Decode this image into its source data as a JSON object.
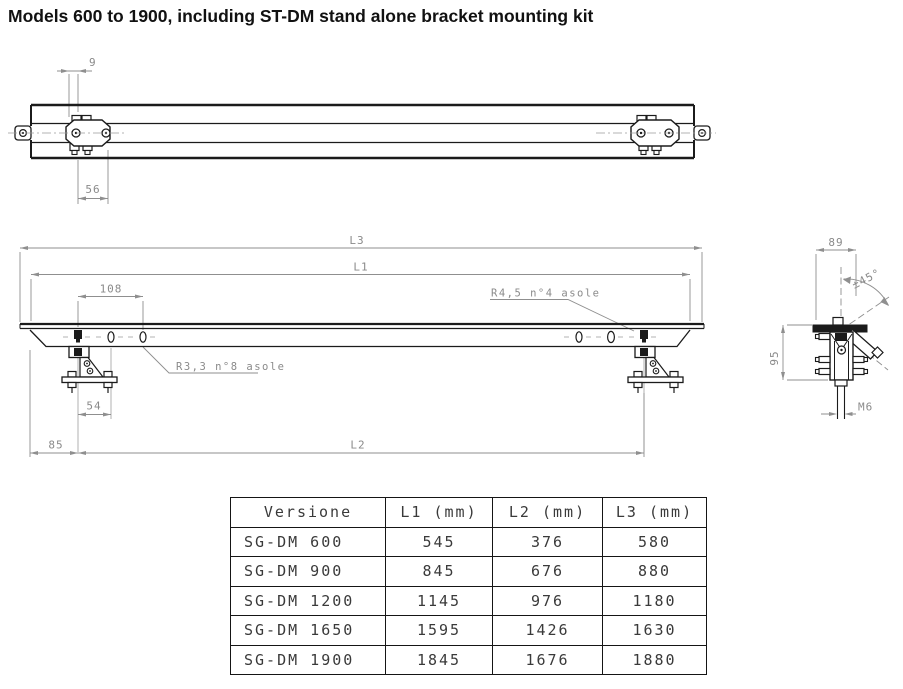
{
  "title": "Models 600 to 1900, including ST-DM stand alone bracket mounting kit",
  "drawing": {
    "top_view": {
      "dim_9": "9",
      "dim_56": "56"
    },
    "front_view": {
      "dim_L3": "L3",
      "dim_L1": "L1",
      "dim_108": "108",
      "dim_85": "85",
      "dim_54": "54",
      "dim_L2": "L2",
      "callout_r45": "R4,5 n°4 asole",
      "callout_r33": "R3,3 n°8 asole"
    },
    "side_view": {
      "dim_89": "89",
      "dim_angle": "±45°",
      "dim_95": "95",
      "dim_M6": "M6"
    }
  },
  "table": {
    "headers": [
      "Versione",
      "L1 (mm)",
      "L2 (mm)",
      "L3 (mm)"
    ],
    "rows": [
      [
        "SG-DM 600",
        "545",
        "376",
        "580"
      ],
      [
        "SG-DM 900",
        "845",
        "676",
        "880"
      ],
      [
        "SG-DM 1200",
        "1145",
        "976",
        "1180"
      ],
      [
        "SG-DM 1650",
        "1595",
        "1426",
        "1630"
      ],
      [
        "SG-DM 1900",
        "1845",
        "1676",
        "1880"
      ]
    ]
  },
  "colors": {
    "line": "#1b1b1b",
    "dim": "#8f8f8f"
  }
}
